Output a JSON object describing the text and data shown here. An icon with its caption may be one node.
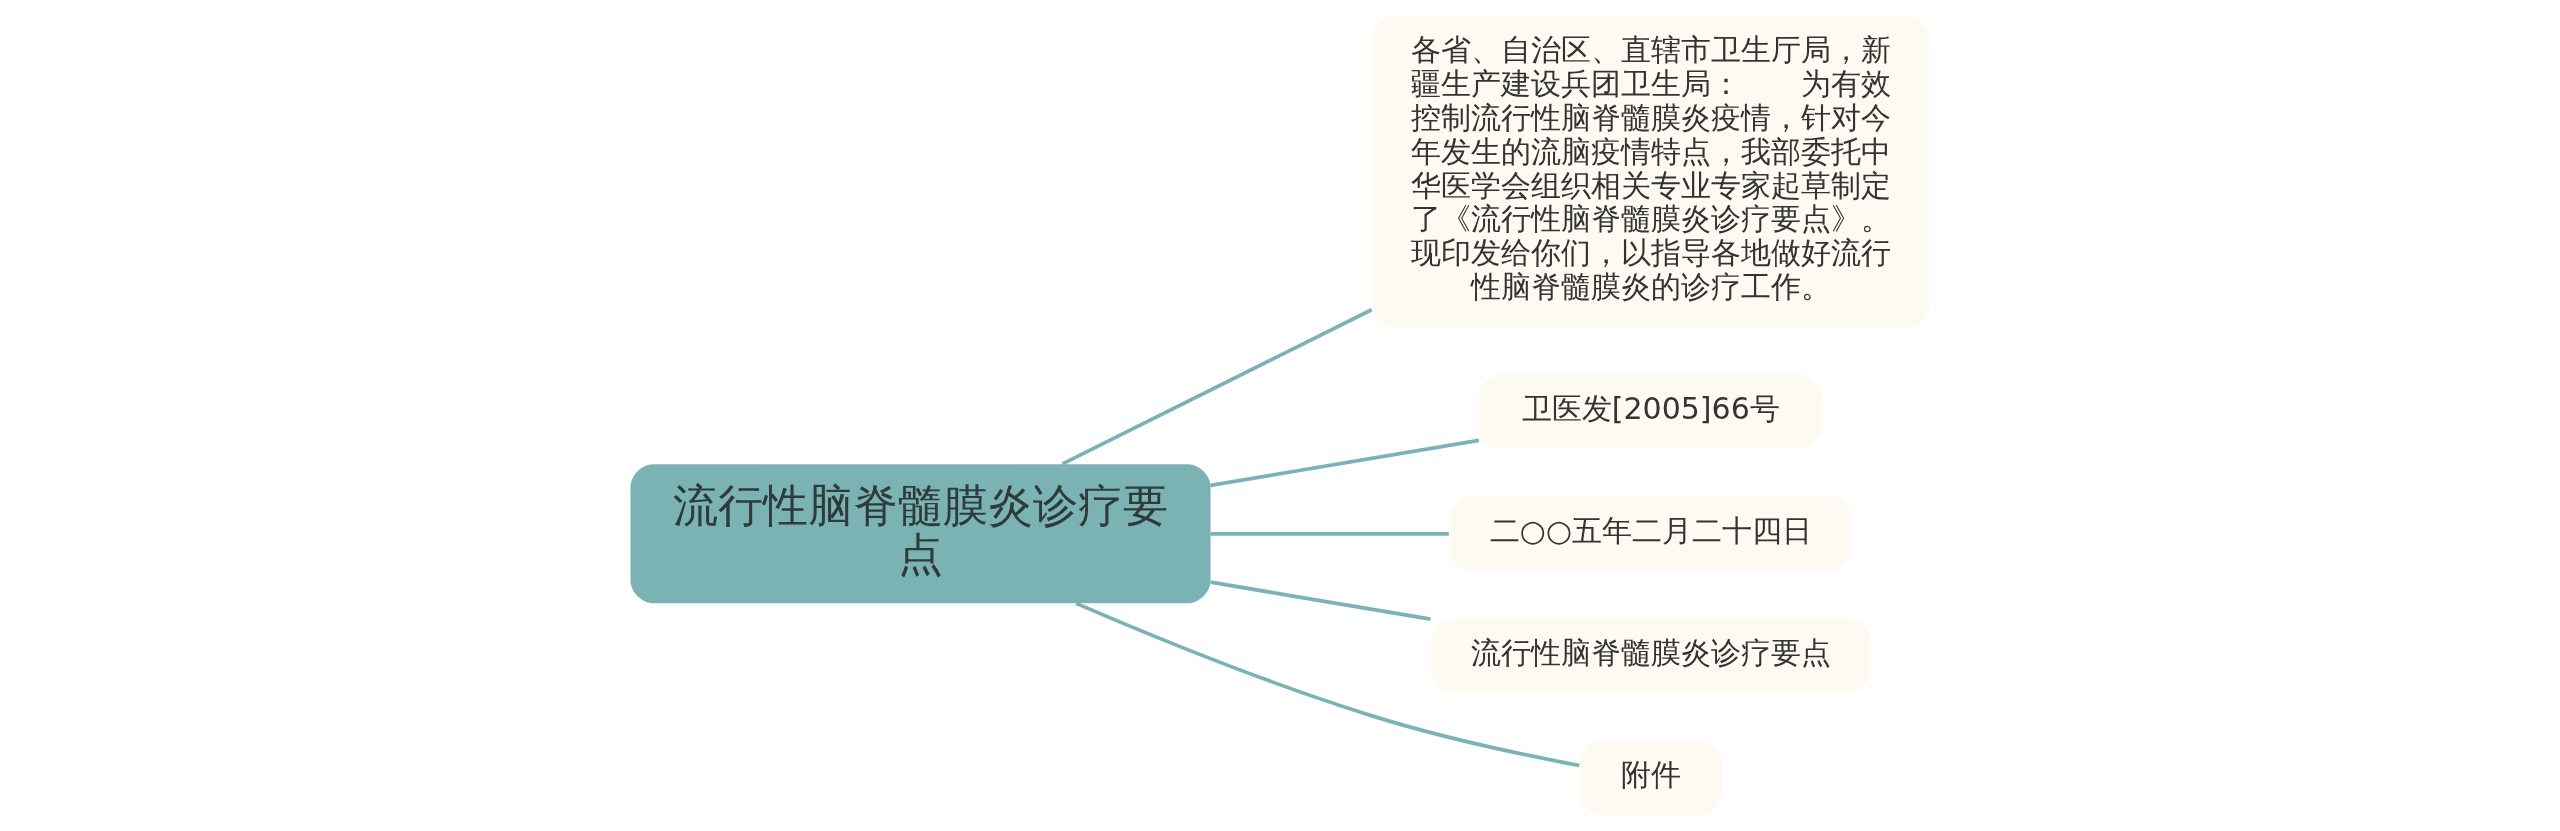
{
  "diagram": {
    "nodes": [
      {
        "text": [
          "流行性脑脊髓膜炎诊疗要点"
        ]
      },
      {
        "text": [
          "各省、自治区、直辖市卫生厅局，新疆生产建设兵团卫生局：　　为有效控制流行性脑脊髓膜炎疫情，针对今年发生的流脑疫情特点，我部委托中华医学会组织相关专业专家起草制定了《流行性脑脊髓膜炎诊疗要点》。现印发给你们，以指导各地做好流行性脑脊髓膜炎的诊疗工作。"
        ]
      },
      {
        "text": [
          "卫医发[2005]66号"
        ]
      },
      {
        "text": [
          "二○○五年二月二十四日"
        ]
      },
      {
        "text": [
          "流行性脑脊髓膜炎诊疗要点"
        ]
      },
      {
        "text": [
          "附件"
        ]
      }
    ],
    "edges": [
      {
        "from": 0,
        "to": 1,
        "arrow": "none"
      },
      {
        "from": 0,
        "to": 2,
        "arrow": "none"
      },
      {
        "from": 0,
        "to": 3,
        "arrow": "none"
      },
      {
        "from": 0,
        "to": 4,
        "arrow": "none"
      },
      {
        "from": 0,
        "to": 5,
        "arrow": "none"
      }
    ]
  }
}
